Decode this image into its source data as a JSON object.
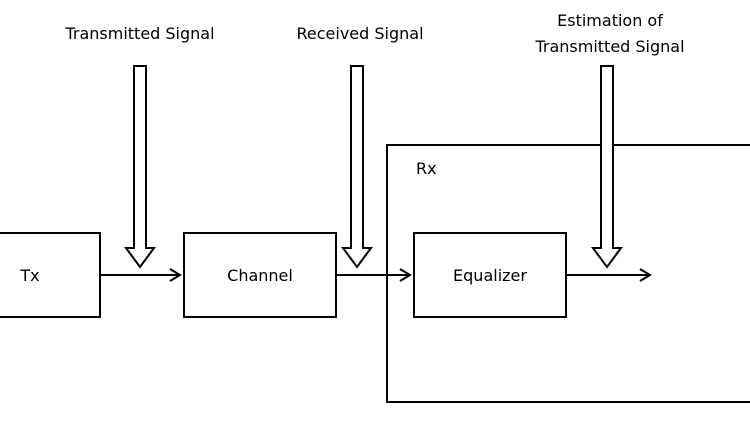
{
  "diagram": {
    "labels": {
      "transmitted_signal": "Transmitted Signal",
      "received_signal": "Received Signal",
      "estimation_line1": "Estimation of",
      "estimation_line2": "Transmitted Signal"
    },
    "blocks": {
      "tx": "Tx",
      "channel": "Channel",
      "equalizer": "Equalizer",
      "rx": "Rx"
    }
  }
}
